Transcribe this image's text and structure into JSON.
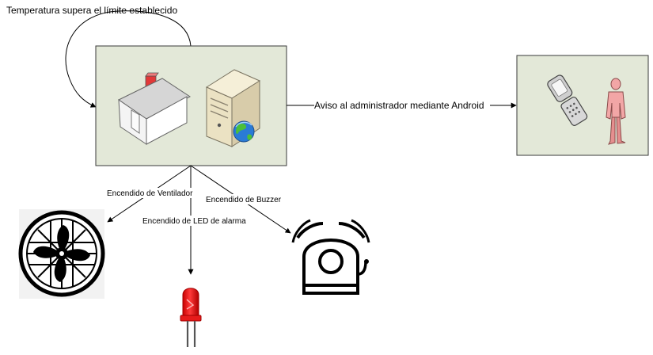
{
  "labels": {
    "loop": "Temperatura supera el límite establecido",
    "notify": "Aviso al administrador mediante Android",
    "fan": "Encendido de Ventilador",
    "led": "Encendido de LED de alarma",
    "buzzer": "Encendido de Buzzer"
  },
  "icons": {
    "house": "house-icon",
    "server": "server-globe-icon",
    "phone": "flip-phone-icon",
    "person": "person-icon",
    "fan": "fan-icon",
    "led": "red-led-icon",
    "bell": "alarm-bell-icon"
  },
  "colors": {
    "box_fill": "#e3e8d8",
    "box_stroke": "#3a3a3a",
    "led_red": "#ff2020",
    "person_pink": "#f2a6a6"
  }
}
